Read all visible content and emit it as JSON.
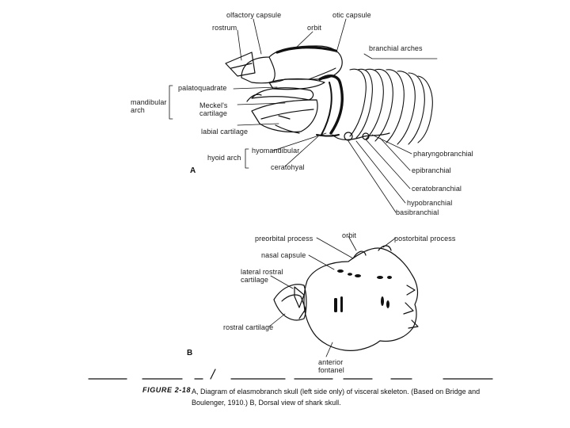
{
  "panel_a": {
    "panel_label": "A",
    "labels": {
      "olfactory_capsule": "olfactory capsule",
      "otic_capsule": "otic capsule",
      "rostrum": "rostrum",
      "orbit": "orbit",
      "branchial_arches": "branchial arches",
      "palatoquadrate": "palatoquadrate",
      "mandibular_arch": "mandibular arch",
      "meckels_cartilage": "Meckel's cartilage",
      "labial_cartilage": "labial cartilage",
      "hyomandibular": "hyomandibular",
      "hyoid_arch": "hyoid arch",
      "ceratohyal": "ceratohyal",
      "pharyngobranchial": "pharyngobranchial",
      "epibranchial": "epibranchial",
      "ceratobranchial": "ceratobranchial",
      "hypobranchial": "hypobranchial",
      "basibranchial": "basibranchial"
    }
  },
  "panel_b": {
    "panel_label": "B",
    "labels": {
      "preorbital_process": "preorbital process",
      "orbit": "orbit",
      "postorbital_process": "postorbital process",
      "nasal_capsule": "nasal capsule",
      "lateral_rostral_cartilage": "lateral rostral cartilage",
      "rostral_cartilage": "rostral cartilage",
      "anterior_fontanel": "anterior fontanel"
    }
  },
  "caption": {
    "figure_number": "FIGURE 2-18",
    "line1": "A, Diagram of elasmobranch skull (left side only) of visceral skeleton. (Based on Bridge and",
    "line2": "Boulenger, 1910.) B, Dorsal view of shark skull."
  }
}
